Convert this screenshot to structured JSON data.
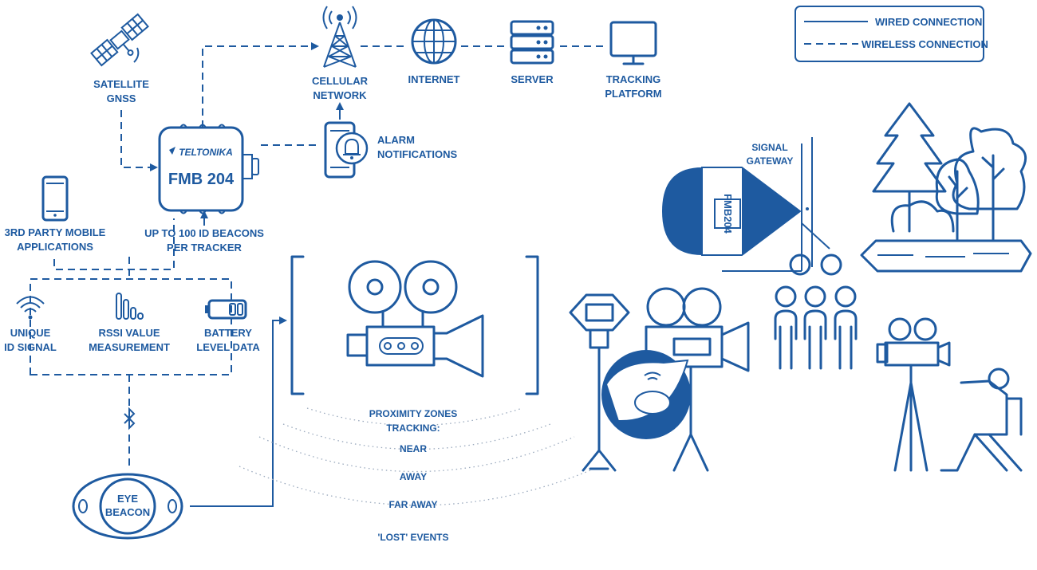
{
  "legend": {
    "wired": "WIRED CONNECTION",
    "wireless": "WIRELESS CONNECTION"
  },
  "nodes": {
    "satellite": [
      "SATELLITE",
      "GNSS"
    ],
    "cellular": [
      "CELLULAR",
      "NETWORK"
    ],
    "internet": "INTERNET",
    "server": "SERVER",
    "platform": [
      "TRACKING",
      "PLATFORM"
    ],
    "alarm": [
      "ALARM",
      "NOTIFICATIONS"
    ],
    "tracker_brand": "TELTONIKA",
    "tracker_model": "FMB 204",
    "mobile_apps": [
      "3RD PARTY MOBILE",
      "APPLICATIONS"
    ],
    "beacons": [
      "UP TO 100 ID BEACONS",
      "PER TRACKER"
    ],
    "unique_id": [
      "UNIQUE",
      "ID SIGNAL"
    ],
    "rssi": [
      "RSSI VALUE",
      "MEASUREMENT"
    ],
    "battery": [
      "BATTERY",
      "LEVEL DATA"
    ],
    "eye_beacon": [
      "EYE",
      "BEACON"
    ],
    "signal_gateway": [
      "SIGNAL",
      "GATEWAY"
    ],
    "gateway_device": "FMB204"
  },
  "proximity": {
    "title": [
      "PROXIMITY ZONES",
      "TRACKING:"
    ],
    "zones": [
      "NEAR",
      "AWAY",
      "FAR AWAY",
      "'LOST' EVENTS"
    ]
  },
  "colors": {
    "accent": "#1e5aa0",
    "background": "#ffffff"
  }
}
